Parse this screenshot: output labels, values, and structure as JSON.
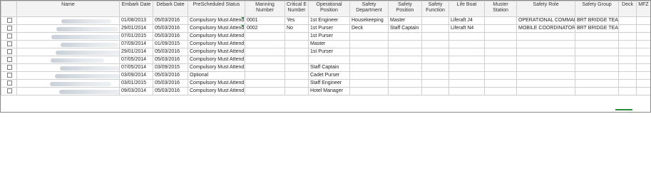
{
  "columns": [
    "",
    "Name",
    "Embark Date",
    "Debark Date",
    "PreScheduled Status",
    "Manning Number",
    "Critical E Number",
    "Operational Position",
    "Safety Department",
    "Safety Position",
    "Safety Function",
    "Life Boat",
    "Muster Station",
    "Safety Role",
    "Safety Group",
    "Deck",
    "MFZ"
  ],
  "rows": [
    [
      "",
      "",
      "01/08/2013",
      "05/03/2016",
      "Compulsory Must Attend",
      "0001",
      "Yes",
      "1st Engineer",
      "Housekeeping",
      "Master",
      "",
      "Liferaft J4",
      "",
      "OPERATIONAL COMMAND",
      "BRT BRIDGE TEAM",
      "",
      ""
    ],
    [
      "",
      "",
      "29/01/2014",
      "05/03/2016",
      "Compulsory Must Attend",
      "0002",
      "No",
      "1st Purser",
      "Deck",
      "Staff Captain",
      "",
      "Liferaft N4",
      "",
      "MOBILE COORDINATOR",
      "BRT BRIDGE TEAM",
      "",
      ""
    ],
    [
      "",
      "",
      "07/01/2015",
      "05/03/2016",
      "Compulsory Must Attend",
      "",
      "",
      "1st Purser",
      "",
      "",
      "",
      "",
      "",
      "",
      "",
      "",
      ""
    ],
    [
      "",
      "",
      "07/09/2014",
      "01/09/2015",
      "Compulsory Must Attend",
      "",
      "",
      "Master",
      "",
      "",
      "",
      "",
      "",
      "",
      "",
      "",
      ""
    ],
    [
      "",
      "",
      "29/01/2014",
      "05/03/2016",
      "Compulsory Must Attend",
      "",
      "",
      "1st Purser",
      "",
      "",
      "",
      "",
      "",
      "",
      "",
      "",
      ""
    ],
    [
      "",
      "",
      "07/05/2014",
      "05/03/2016",
      "Compulsory Must Attend",
      "",
      "",
      "",
      "",
      "",
      "",
      "",
      "",
      "",
      "",
      "",
      ""
    ],
    [
      "",
      "",
      "07/05/2014",
      "03/09/2015",
      "Compulsory Must Attend",
      "",
      "",
      "Staff Captain",
      "",
      "",
      "",
      "",
      "",
      "",
      "",
      "",
      ""
    ],
    [
      "",
      "",
      "03/09/2014",
      "05/03/2016",
      "Optional",
      "",
      "",
      "Cadet Purser",
      "",
      "",
      "",
      "",
      "",
      "",
      "",
      "",
      ""
    ],
    [
      "",
      "",
      "03/01/2015",
      "05/03/2016",
      "Compulsory Must Attend",
      "",
      "",
      "Staff Engineer",
      "",
      "",
      "",
      "",
      "",
      "",
      "",
      "",
      ""
    ],
    [
      "",
      "",
      "09/03/2014",
      "05/03/2016",
      "Compulsory Must Attend",
      "",
      "",
      "Hotel Manager",
      "",
      "",
      "",
      "",
      "",
      "",
      "",
      "",
      ""
    ]
  ],
  "colors": {
    "header_bg": "#f3f3f3",
    "grid_line": "#cfcfcf",
    "flag": "#2e8b3e"
  }
}
